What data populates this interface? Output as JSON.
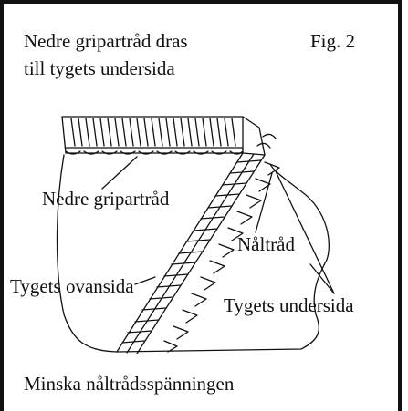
{
  "caption": {
    "line1": "Nedre gripartråd dras",
    "line2": "till tygets undersida"
  },
  "fig_label": "Fig. 2",
  "labels": {
    "bobbin_thread": "Nedre gripartråd",
    "needle_thread": "Nåltråd",
    "fabric_top": "Tygets ovansida",
    "fabric_under": "Tygets undersida"
  },
  "bottom_note": "Minska nåltrådsspänningen",
  "colors": {
    "ink": "#111111",
    "background": "#ffffff"
  }
}
